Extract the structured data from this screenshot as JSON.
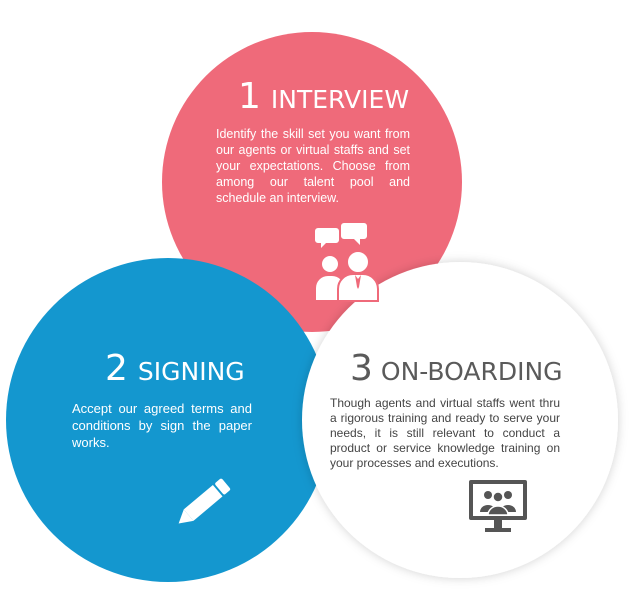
{
  "colors": {
    "pink": "#ef6a7a",
    "blue": "#1497cf",
    "white_circle": "#ffffff",
    "dark_icon": "#555555"
  },
  "steps": [
    {
      "number": "1",
      "title": "INTERVIEW",
      "description": "Identify the skill set you want from our agents or virtual staffs and set your expectations. Choose from among our talent pool and schedule an interview.",
      "icon": "people-speech-bubbles-icon"
    },
    {
      "number": "2",
      "title": "SIGNING",
      "description": "Accept our agreed terms and conditions by sign the paper works.",
      "icon": "pencil-icon"
    },
    {
      "number": "3",
      "title": "ON-BOARDING",
      "description": "Though agents and virtual staffs went thru a rigorous training and ready to serve your needs, it is still relevant to conduct a product or service knowledge training on your processes and executions.",
      "icon": "monitor-group-icon"
    }
  ]
}
